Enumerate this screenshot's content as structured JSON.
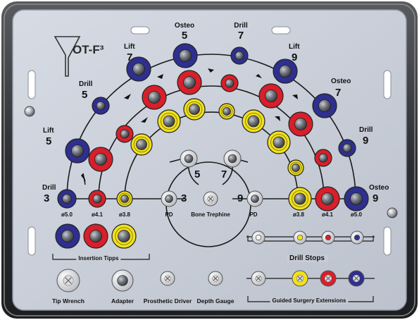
{
  "logo": {
    "text": "OT-F³"
  },
  "positions": {
    "drill_3": {
      "name": "Drill",
      "number": "3"
    },
    "lift_5": {
      "name": "Lift",
      "number": "5"
    },
    "drill_5": {
      "name": "Drill",
      "number": "5"
    },
    "lift_7": {
      "name": "Lift",
      "number": "7"
    },
    "osteo_5": {
      "name": "Osteo",
      "number": "5"
    },
    "drill_7": {
      "name": "Drill",
      "number": "7"
    },
    "lift_9": {
      "name": "Lift",
      "number": "9"
    },
    "osteo_7": {
      "name": "Osteo",
      "number": "7"
    },
    "drill_9": {
      "name": "Drill",
      "number": "9"
    },
    "osteo_9": {
      "name": "Osteo",
      "number": "9"
    }
  },
  "center_numbers": {
    "left": "5",
    "right": "7",
    "pd_left": "3",
    "pd_right": "9"
  },
  "bottom_row": {
    "left": [
      "ø5.0",
      "ø4.1",
      "ø3.8",
      "PD"
    ],
    "center": "Bone Trephine",
    "right": [
      "PD",
      "ø3.8",
      "ø4.1",
      "ø5.0"
    ]
  },
  "sections": {
    "insertion_tipps": "Insertion Tipps",
    "drill_stops": "Drill Stops",
    "guided_surgery": "Guided Surgery Extensions"
  },
  "tools": {
    "tip_wrench": "Tip Wrench",
    "adapter": "Adapter",
    "prosthetic_driver": "Prosthetic Driver",
    "depth_gauge": "Depth Gauge"
  },
  "colors": {
    "tray": "#c7ccd6",
    "frame": "#3f3f42",
    "blue": "#2e2f8f",
    "red": "#d81f2a",
    "yellow": "#f2e11a",
    "pin": "#6d7077"
  }
}
